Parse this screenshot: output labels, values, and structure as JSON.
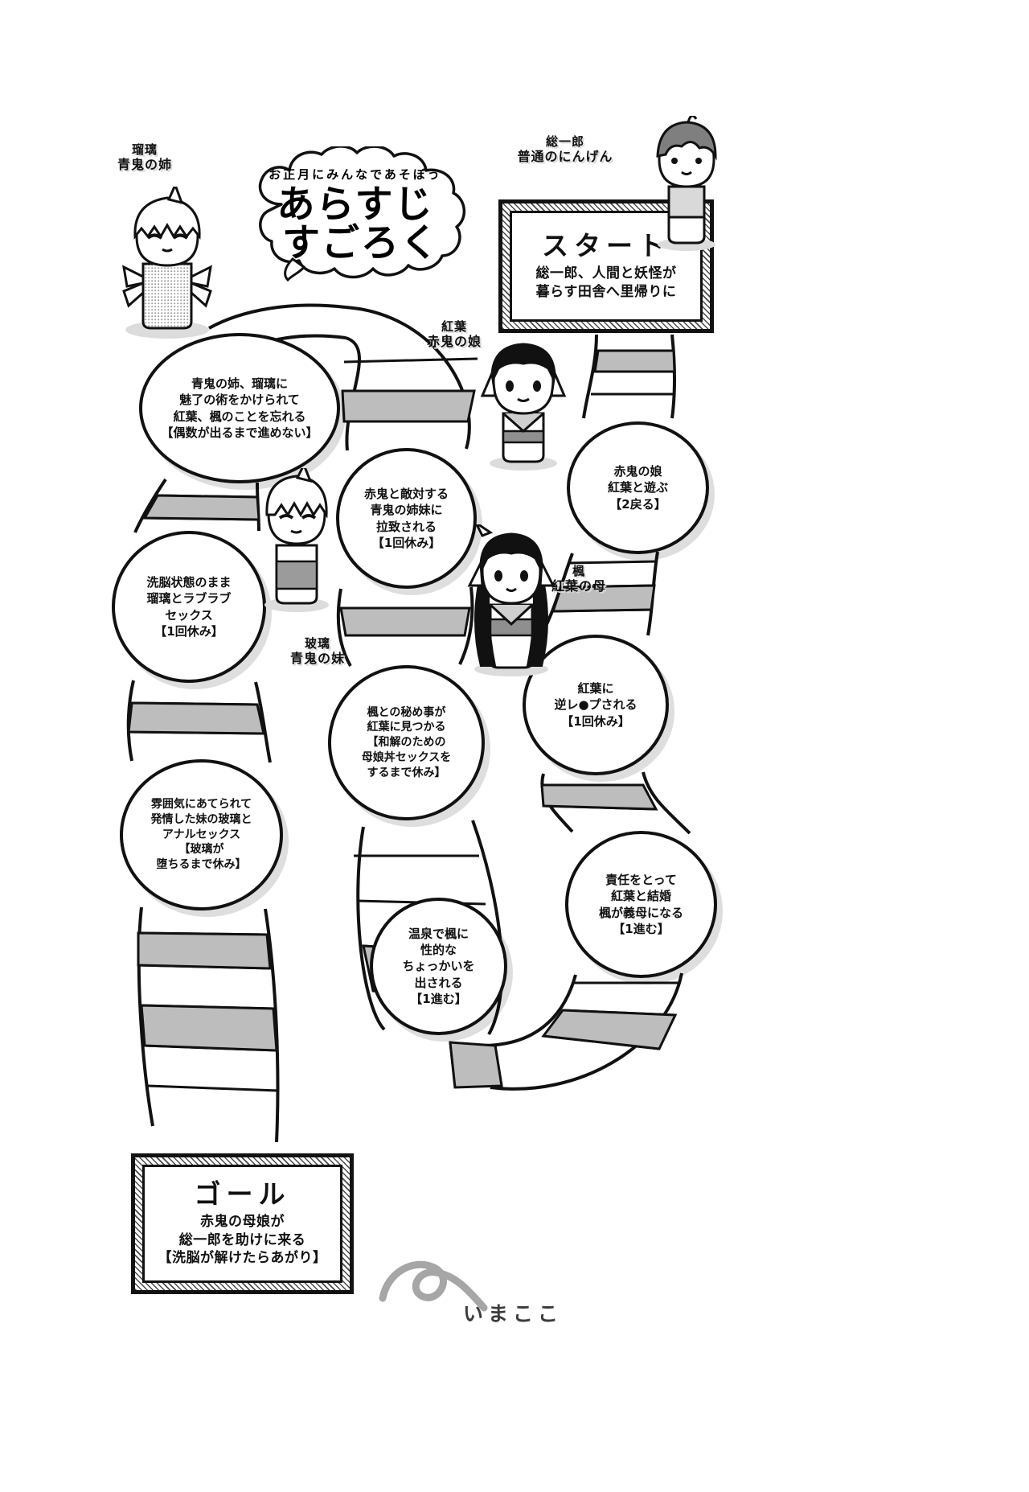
{
  "page": {
    "title_sub": "お正月にみんなであそぼう",
    "title_main_line1": "あらすじ",
    "title_main_line2": "すごろく",
    "imakoko": "いまここ"
  },
  "start": {
    "head": "スタート",
    "body_line1": "総一郎、人間と妖怪が",
    "body_line2": "暮らす田舎へ里帰りに"
  },
  "goal": {
    "head": "ゴール",
    "body_line1": "赤鬼の母娘が",
    "body_line2": "総一郎を助けに来る",
    "body_line3": "【洗脳が解けたらあがり】"
  },
  "characters": [
    {
      "name": "瑠璃",
      "role": "青鬼の姉"
    },
    {
      "name": "総一郎",
      "role": "普通のにんげん"
    },
    {
      "name": "紅葉",
      "role": "赤鬼の娘"
    },
    {
      "name": "玻璃",
      "role": "青鬼の妹"
    },
    {
      "name": "楓",
      "role": "紅葉の母"
    }
  ],
  "cells": [
    {
      "id": "cell-1",
      "lines": [
        "青鬼の姉、瑠璃に",
        "魅了の術をかけられて",
        "紅葉、楓のことを忘れる",
        "【偶数が出るまで進めない】"
      ]
    },
    {
      "id": "cell-2",
      "lines": [
        "洗脳状態のまま",
        "瑠璃とラブラブ",
        "セックス",
        "【1回休み】"
      ]
    },
    {
      "id": "cell-3",
      "lines": [
        "雰囲気にあてられて",
        "発情した妹の玻璃と",
        "アナルセックス",
        "【玻璃が",
        "堕ちるまで休み】"
      ]
    },
    {
      "id": "cell-4",
      "lines": [
        "赤鬼と敵対する",
        "青鬼の姉妹に",
        "拉致される",
        "【1回休み】"
      ]
    },
    {
      "id": "cell-5",
      "lines": [
        "楓との秘め事が",
        "紅葉に見つかる",
        "【和解のための",
        "母娘丼セックスを",
        "するまで休み】"
      ]
    },
    {
      "id": "cell-6",
      "lines": [
        "温泉で楓に",
        "性的な",
        "ちょっかいを",
        "出される",
        "【1進む】"
      ]
    },
    {
      "id": "cell-7",
      "lines": [
        "赤鬼の娘",
        "紅葉と遊ぶ",
        "【2戻る】"
      ]
    },
    {
      "id": "cell-8",
      "lines": [
        "紅葉に",
        "逆レ●プされる",
        "【1回休み】"
      ]
    },
    {
      "id": "cell-9",
      "lines": [
        "責任をとって",
        "紅葉と結婚",
        "楓が義母になる",
        "【1進む】"
      ]
    }
  ],
  "colors": {
    "ink": "#111111",
    "paper": "#ffffff",
    "tone": "#bdbdbd",
    "shadow": "#d8d8d8"
  }
}
